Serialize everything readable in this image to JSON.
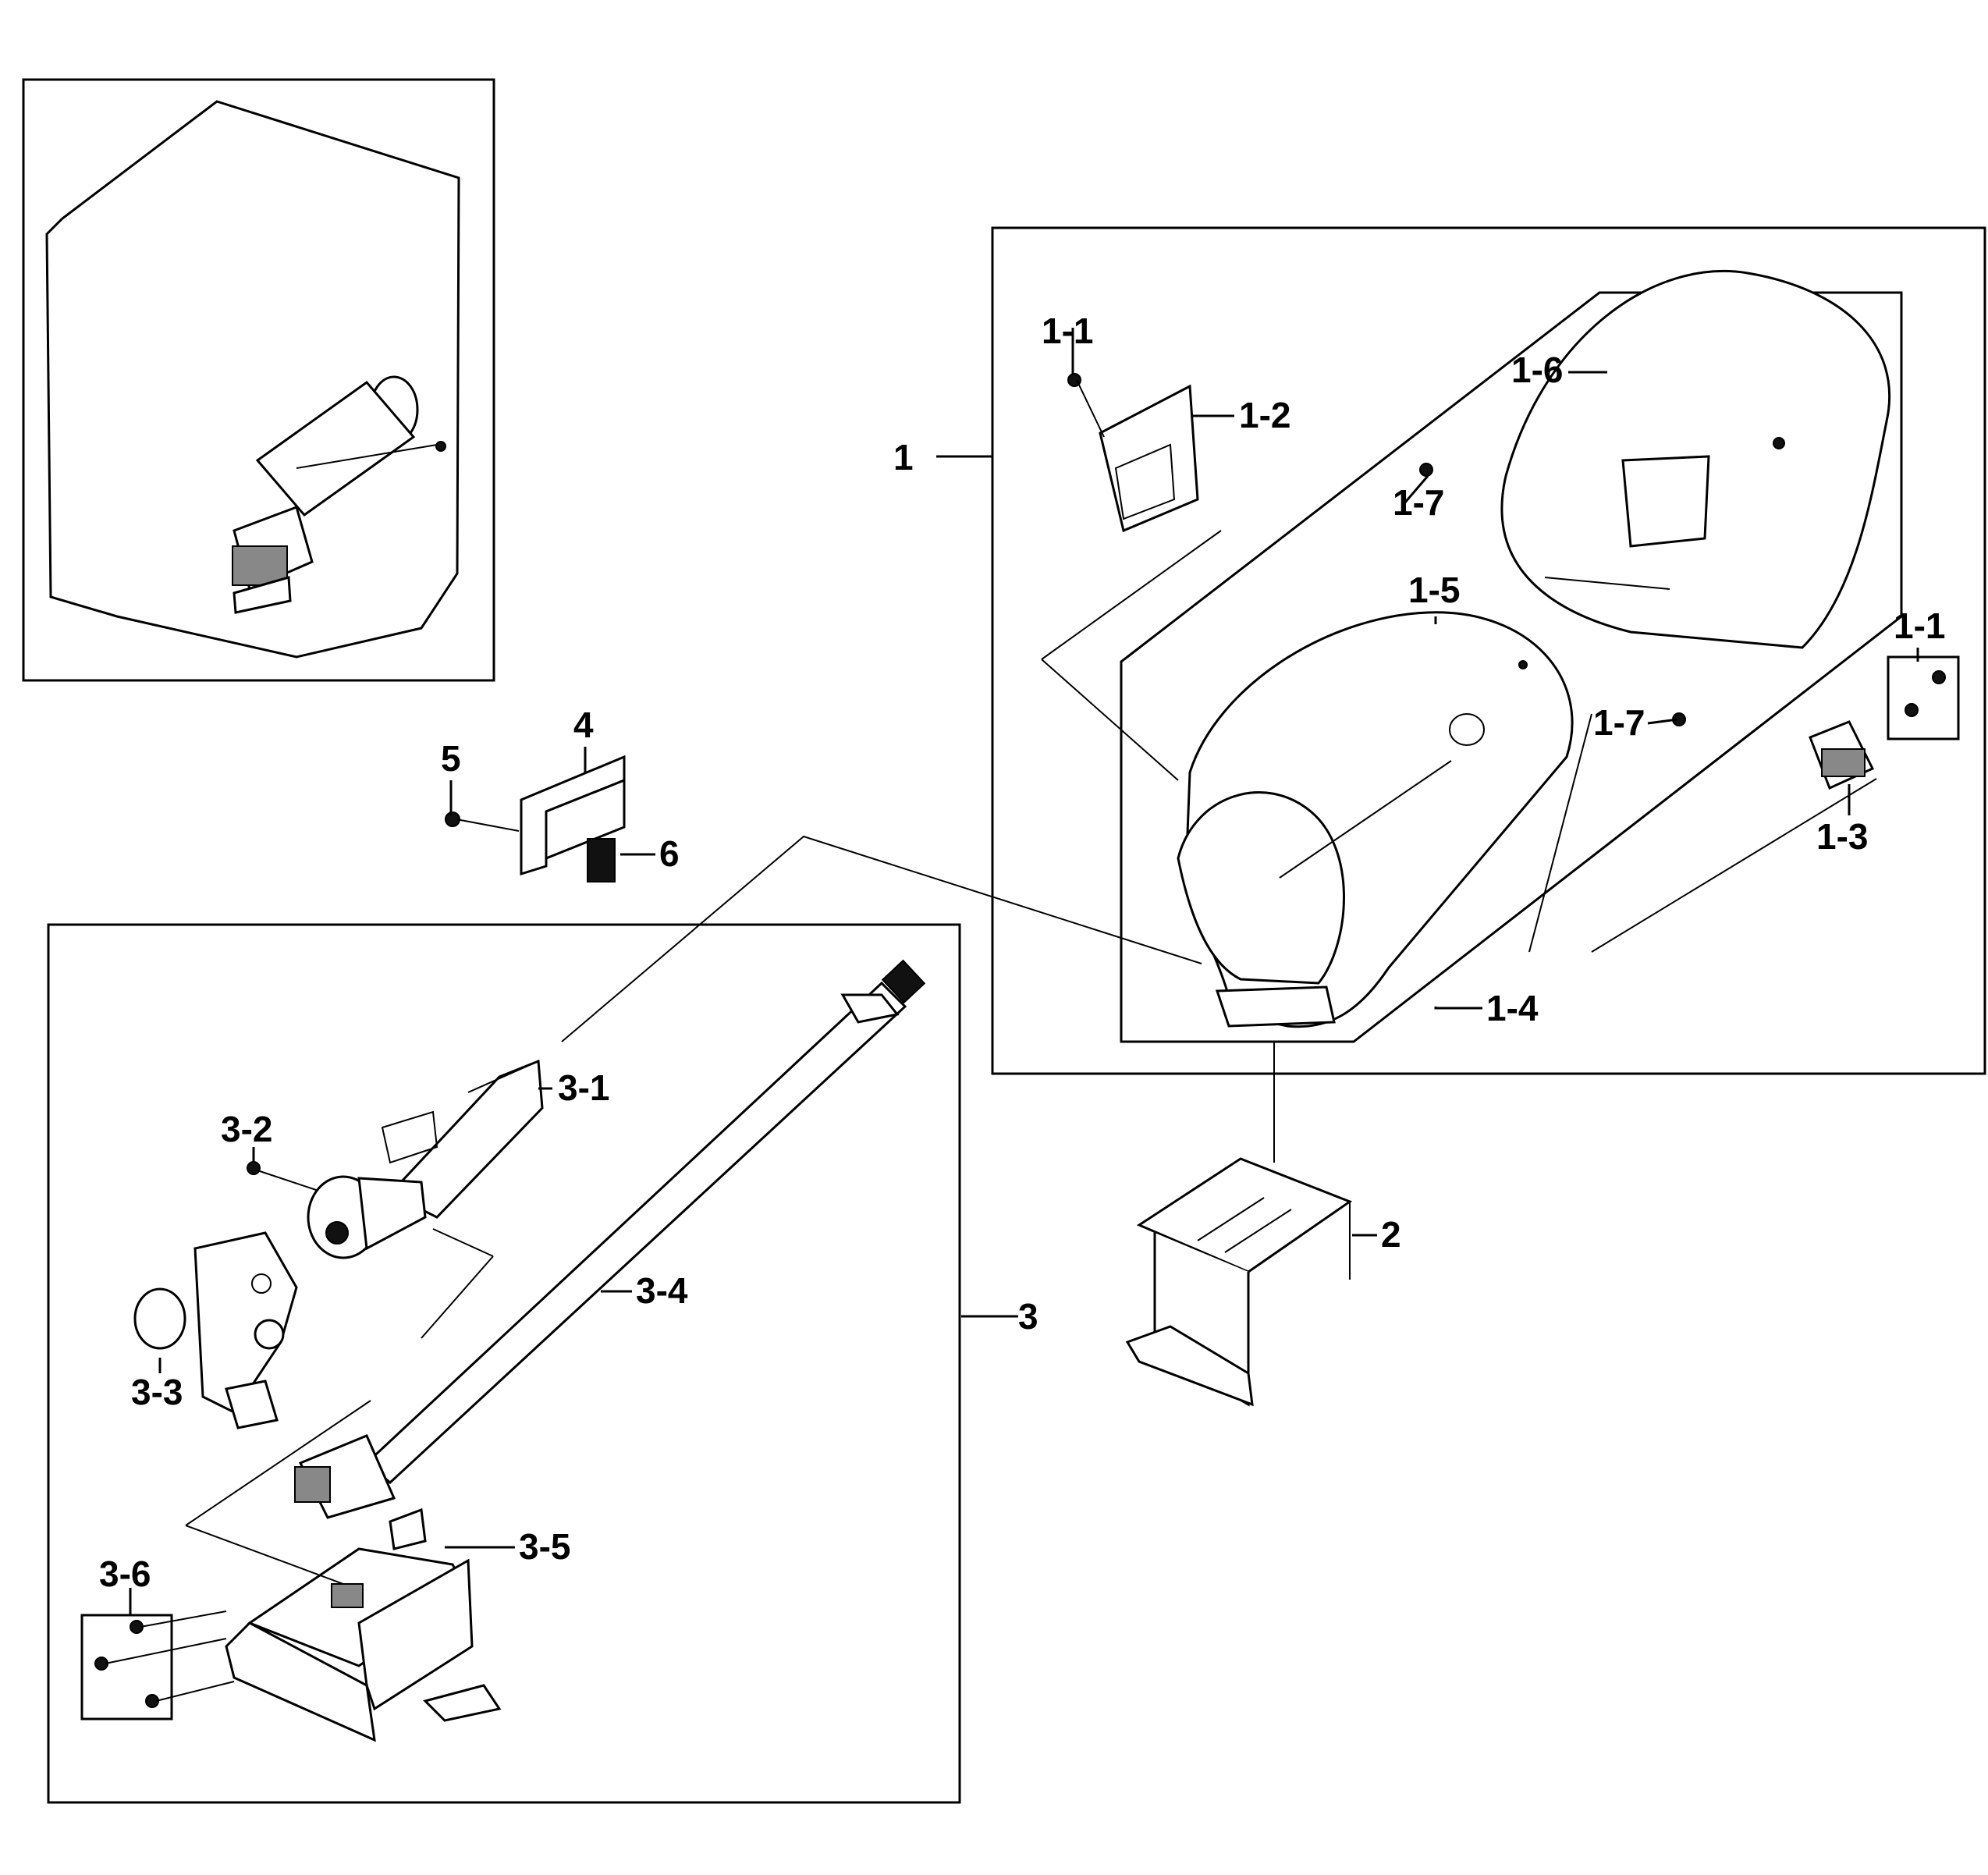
{
  "labels": {
    "p1": "1",
    "p1_1a": "1-1",
    "p1_1b": "1-1",
    "p1_2": "1-2",
    "p1_3": "1-3",
    "p1_4": "1-4",
    "p1_5": "1-5",
    "p1_6": "1-6",
    "p1_7a": "1-7",
    "p1_7b": "1-7",
    "p2": "2",
    "p3": "3",
    "p3_1": "3-1",
    "p3_2": "3-2",
    "p3_3": "3-3",
    "p3_4": "3-4",
    "p3_5": "3-5",
    "p3_6": "3-6",
    "p4": "4",
    "p5": "5",
    "p6": "6"
  },
  "colors": {
    "ink": "#000000",
    "paper": "#ffffff"
  }
}
